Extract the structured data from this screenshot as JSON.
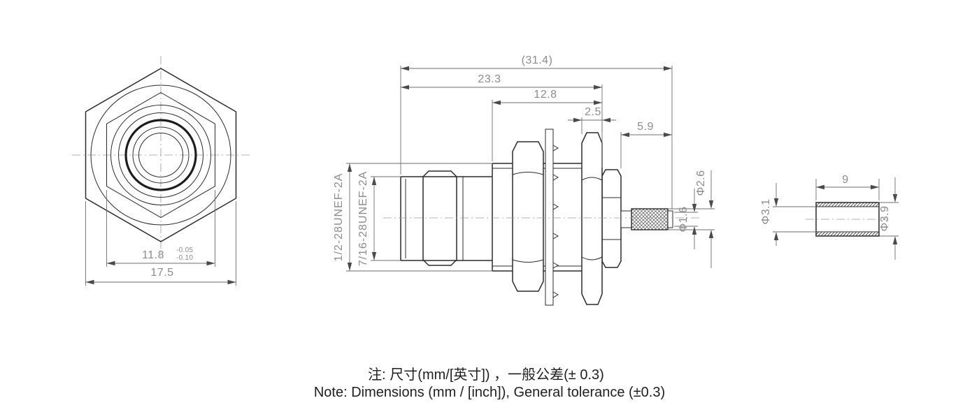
{
  "front_view": {
    "width_across_flats_inner": "11.8",
    "tolerance_upper": "-0.05",
    "tolerance_lower": "-0.10",
    "width_across_flats_outer": "17.5"
  },
  "side_view": {
    "overall_length": "(31.4)",
    "body_length": "23.3",
    "thread_section_length": "12.8",
    "flange_thickness": "2.5",
    "rear_barrel_length": "5.9",
    "mount_thread": "1/2-28UNEF-2A",
    "interface_thread": "7/16-28UNEF-2A",
    "barrel_diameter": "Φ2.6",
    "pin_hole_diameter": "Φ1.6"
  },
  "ferrule_view": {
    "length": "9",
    "inner_diameter": "Φ3.1",
    "outer_diameter": "Φ3.9"
  },
  "notes": {
    "chinese": "注: 尺寸(mm/[英寸]) ，一般公差(± 0.3)",
    "english": "Note: Dimensions (mm / [inch]), General tolerance (±0.3)"
  },
  "colors": {
    "background": "#ffffff",
    "line": "#2b2b2b",
    "dimension": "#8c8c8c",
    "note_text": "#1f1f1f"
  }
}
